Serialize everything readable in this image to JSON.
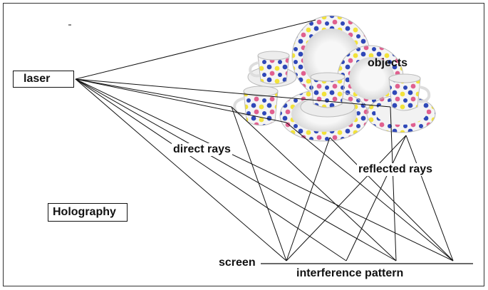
{
  "labels": {
    "laser": "laser",
    "objects": "objects",
    "direct_rays": "direct rays",
    "reflected_rays": "reflected rays",
    "holography": "Holography",
    "screen": "screen",
    "interference_pattern": "interference pattern"
  },
  "colors": {
    "line": "#111111",
    "dot_blue": "#2f48b8",
    "dot_yellow": "#f2e23a",
    "dot_pink": "#e0608f",
    "porcelain": "#f4f4f4"
  },
  "icons": {
    "objects_image": "tea-set-icon"
  }
}
